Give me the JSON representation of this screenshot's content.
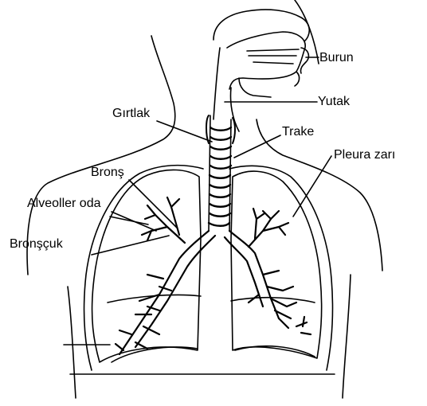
{
  "labels": {
    "burun": "Burun",
    "yutak": "Yutak",
    "girtlak": "Gırtlak",
    "trake": "Trake",
    "pleura": "Pleura zarı",
    "brons": "Bronş",
    "alveoller": "Alveoller oda",
    "bronscuk": "Bronşçuk"
  },
  "colors": {
    "ink": "#000000",
    "paper": "#ffffff"
  }
}
